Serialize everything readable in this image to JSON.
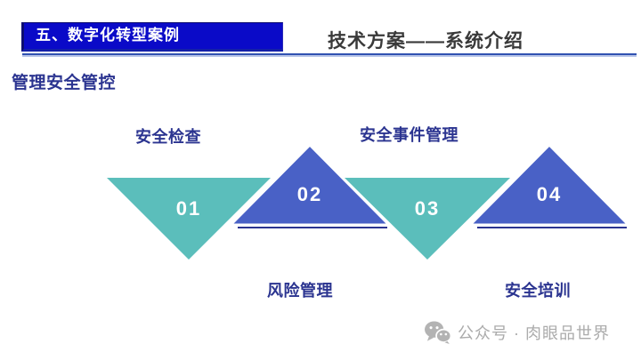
{
  "slide": {
    "section_tab": "五、数字化转型案例",
    "title": "技术方案——系统介绍",
    "subtitle": "管理安全管控"
  },
  "diagram": {
    "type": "process-triangles",
    "steps": [
      {
        "number": "01",
        "label": "安全检查",
        "direction": "down",
        "color": "#5BBEBB",
        "label_position": "top"
      },
      {
        "number": "02",
        "label": "风险管理",
        "direction": "up",
        "color": "#4961C6",
        "label_position": "bottom"
      },
      {
        "number": "03",
        "label": "安全事件管理",
        "direction": "down",
        "color": "#5BBEBB",
        "label_position": "top"
      },
      {
        "number": "04",
        "label": "安全培训",
        "direction": "up",
        "color": "#4961C6",
        "label_position": "bottom"
      }
    ],
    "colors": {
      "teal": "#5BBEBB",
      "blue": "#4961C6",
      "label_text": "#2B3490",
      "number_text": "#FFFFFF",
      "base_underline": "#2B3490"
    }
  },
  "header_colors": {
    "tab_background": "#0A0AC8",
    "tab_text": "#FFFFFF",
    "title_text": "#3A3A3A",
    "divider_top": "#3152B1",
    "divider_bottom": "#B7C4E8"
  },
  "watermark": {
    "icon": "wechat-icon",
    "text": "公众号 · 肉眼品世界",
    "color": "#ABABAB"
  }
}
